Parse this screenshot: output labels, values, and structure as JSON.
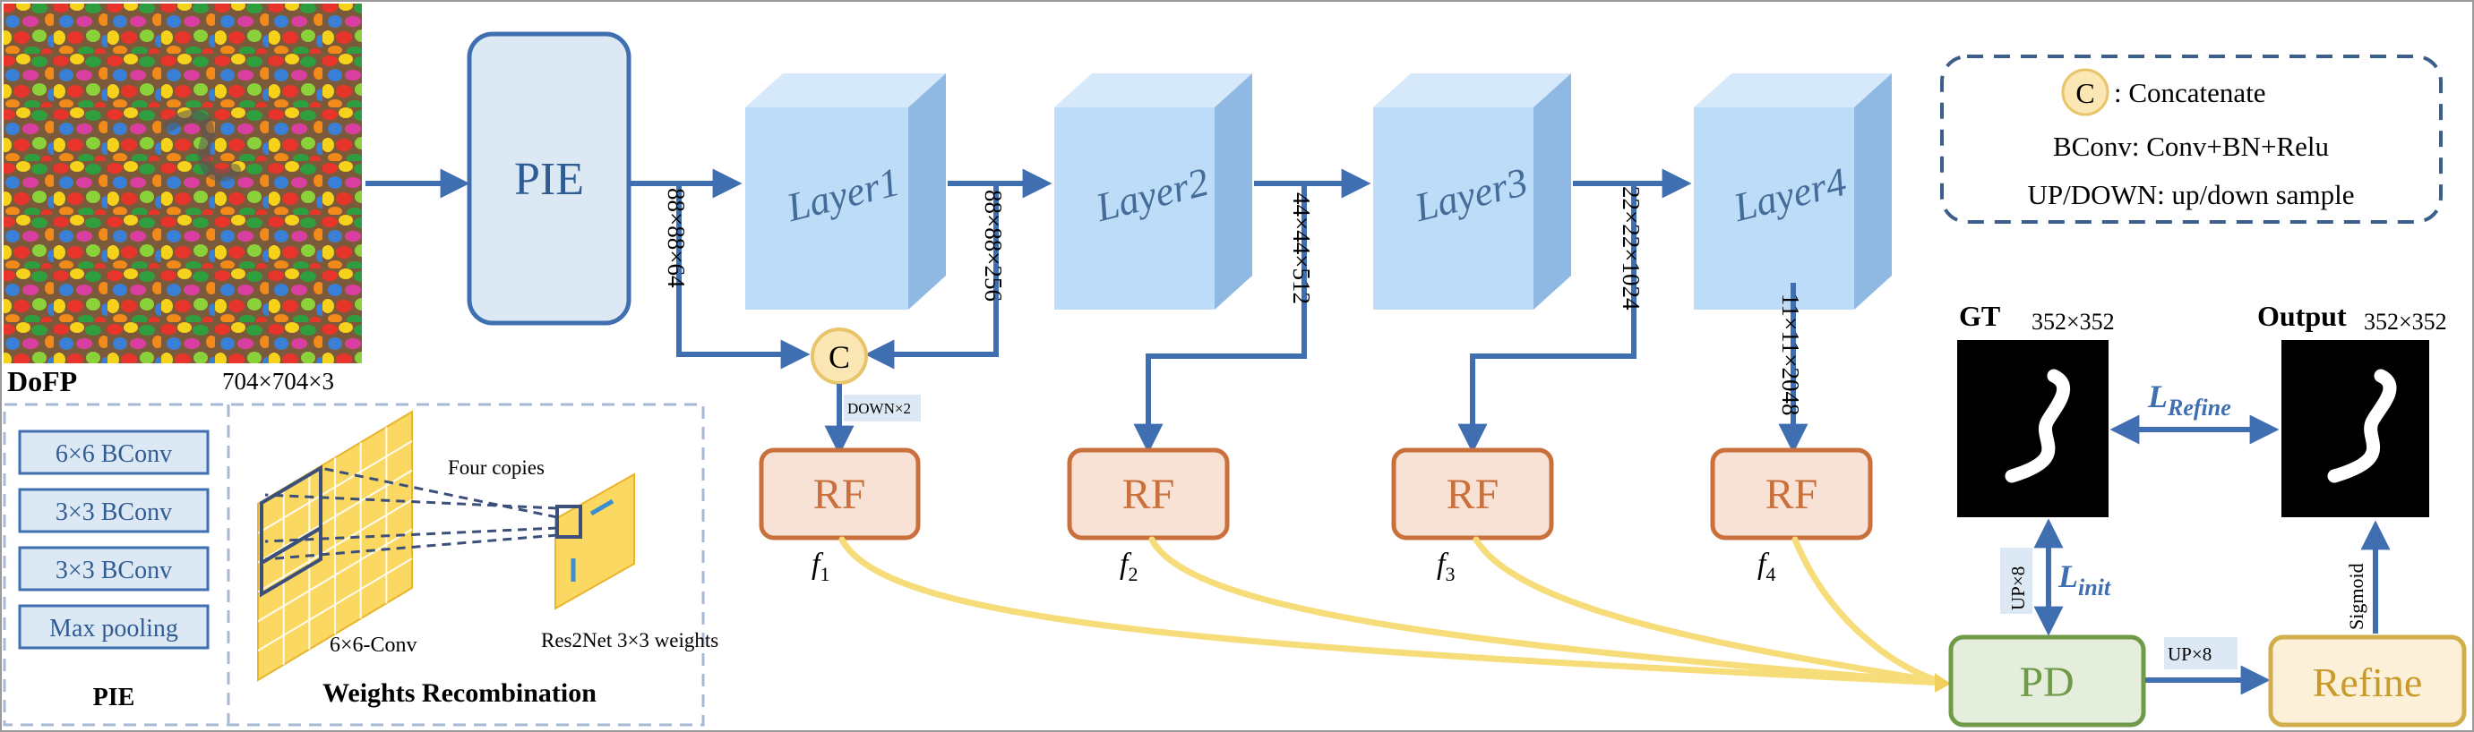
{
  "input": {
    "label": "DoFP",
    "size": "704×704×3"
  },
  "pie_block": {
    "label": "PIE"
  },
  "layers": [
    {
      "label": "Layer1"
    },
    {
      "label": "Layer2"
    },
    {
      "label": "Layer3"
    },
    {
      "label": "Layer4"
    }
  ],
  "dims": {
    "d1": "88×88×64",
    "d2": "88×88×256",
    "d3": "44×44×512",
    "d4": "22×22×1024",
    "d5": "11×11×2048"
  },
  "concat_symbol": "C",
  "down_label": "DOWN×2",
  "rf_blocks": [
    {
      "label": "RF",
      "feature": "f",
      "index": "1"
    },
    {
      "label": "RF",
      "feature": "f",
      "index": "2"
    },
    {
      "label": "RF",
      "feature": "f",
      "index": "3"
    },
    {
      "label": "RF",
      "feature": "f",
      "index": "4"
    }
  ],
  "legend": {
    "concat_symbol": "C",
    "concat_text": ": Concatenate",
    "bconv_text": "BConv: Conv+BN+Relu",
    "updown_text": "UP/DOWN: up/down sample"
  },
  "gt": {
    "label": "GT",
    "size": "352×352"
  },
  "output": {
    "label": "Output",
    "size": "352×352"
  },
  "loss_refine": {
    "main": "L",
    "sub": "Refine"
  },
  "loss_init": {
    "main": "L",
    "sub": "init"
  },
  "pd_block": {
    "label": "PD"
  },
  "refine_block": {
    "label": "Refine"
  },
  "up_labels": {
    "gt_side": "UP×8",
    "pd_refine": "UP×8",
    "sigmoid": "Sigmoid"
  },
  "pie_detail": {
    "items": [
      "6×6 BConv",
      "3×3 BConv",
      "3×3 BConv",
      "Max pooling"
    ],
    "caption": "PIE"
  },
  "weights": {
    "four_copies": "Four copies",
    "conv_label": "6×6-Conv",
    "res2net_label": "Res2Net 3×3 weights",
    "caption": "Weights Recombination"
  },
  "colors": {
    "arrow_blue": "#3f6fb0",
    "pie_fill": "#dde8f5",
    "layer_front": "#bcdcf8",
    "layer_side": "#8fb9e3",
    "layer_top": "#d5e9fb",
    "rf_fill": "#f8e2d6",
    "rf_border": "#c9703c",
    "concat_fill": "#fbe7b4",
    "concat_border": "#e8c46a",
    "pd_fill": "#e5eedd",
    "pd_border": "#6f9a4a",
    "refine_fill": "#fcf1d8",
    "refine_border": "#d2ad4b",
    "yellow_curve": "#f7dc7a"
  }
}
